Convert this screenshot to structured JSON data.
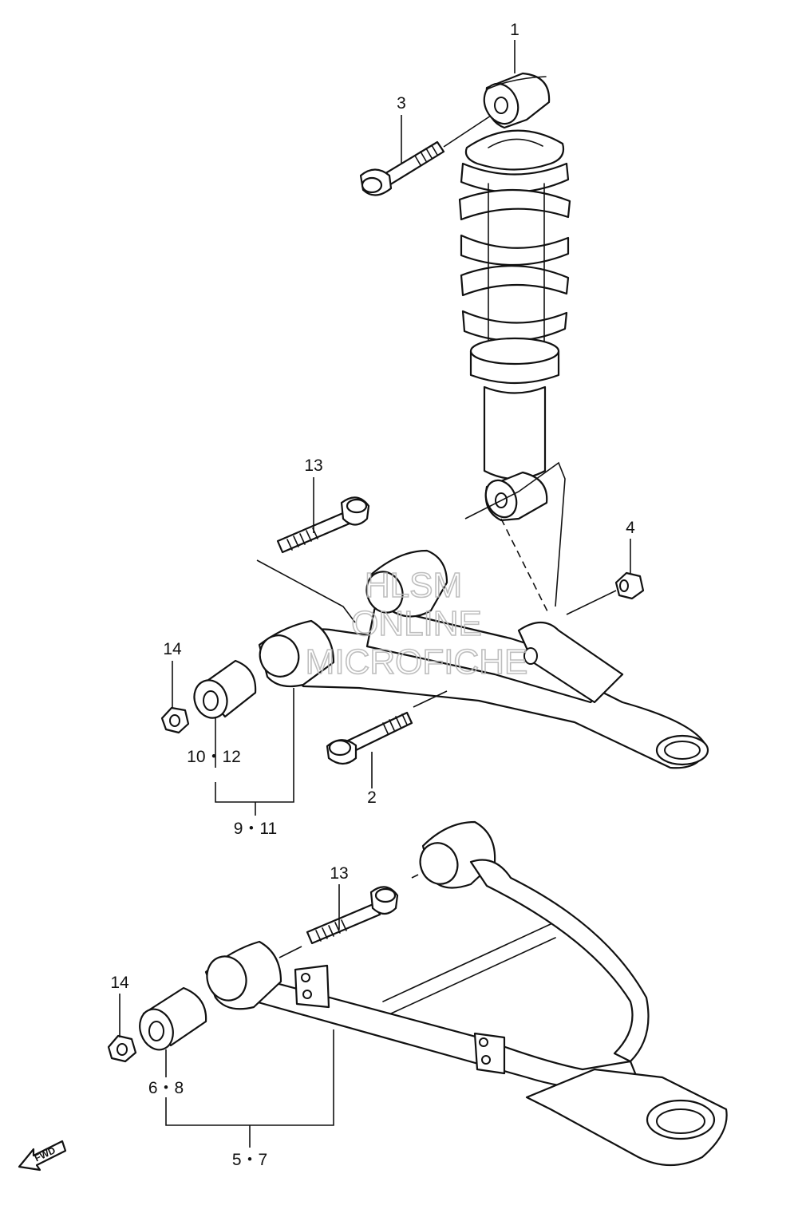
{
  "labels": {
    "l1": "1",
    "l2": "2",
    "l3": "3",
    "l4": "4",
    "l5_7": "5・7",
    "l6_8": "6・8",
    "l9_11": "9・11",
    "l10_12": "10・12",
    "l13_upper": "13",
    "l13_lower": "13",
    "l14_upper": "14",
    "l14_lower": "14"
  },
  "watermark": {
    "line1": "HLSM",
    "line2": "ONLINE",
    "line3": "MICROFICHE"
  },
  "fwd_label": "FWD"
}
